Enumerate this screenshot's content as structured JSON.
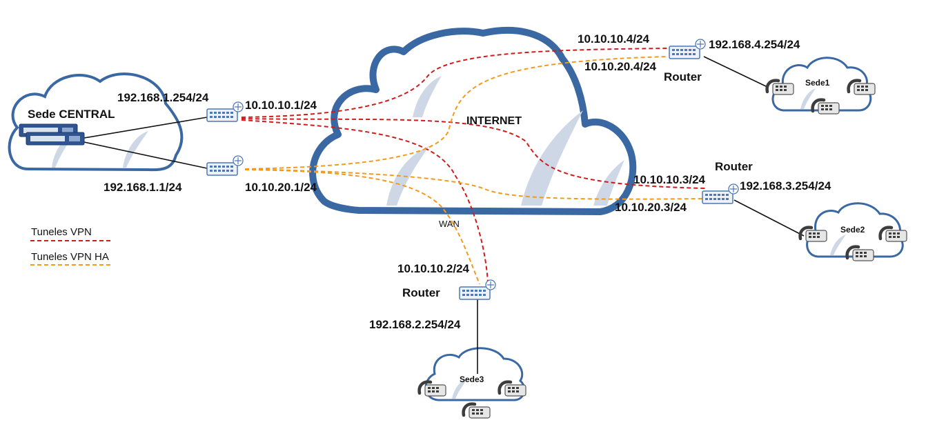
{
  "labels": {
    "sede_central": "Sede CENTRAL",
    "internet": "INTERNET",
    "wan": "WAN",
    "router": "Router",
    "central_lan_ip_1": "192.168.1.254/24",
    "central_lan_ip_2": "192.168.1.1/24",
    "central_wan_ip_1": "10.10.10.1/24",
    "central_wan_ip_2": "10.10.20.1/24",
    "sede1": "Sede1",
    "sede1_wan_ip_1": "10.10.10.4/24",
    "sede1_wan_ip_2": "10.10.20.4/24",
    "sede1_lan_ip": "192.168.4.254/24",
    "sede2": "Sede2",
    "sede2_wan_ip_1": "10.10.10.3/24",
    "sede2_wan_ip_2": "10.10.20.3/24",
    "sede2_lan_ip": "192.168.3.254/24",
    "sede3": "Sede3",
    "sede3_wan_ip": "10.10.10.2/24",
    "sede3_lan_ip": "192.168.2.254/24"
  },
  "legend": [
    {
      "label": "Tuneles VPN",
      "color": "#d11a1a"
    },
    {
      "label": "Tuneles VPN HA",
      "color": "#f39a1b"
    }
  ],
  "colors": {
    "cloud_stroke": "#3a68a3",
    "cloud_highlight": "#cdd7e5",
    "vpn": "#d11a1a",
    "vpn_ha": "#f39a1b",
    "device": "#4d77b5"
  }
}
